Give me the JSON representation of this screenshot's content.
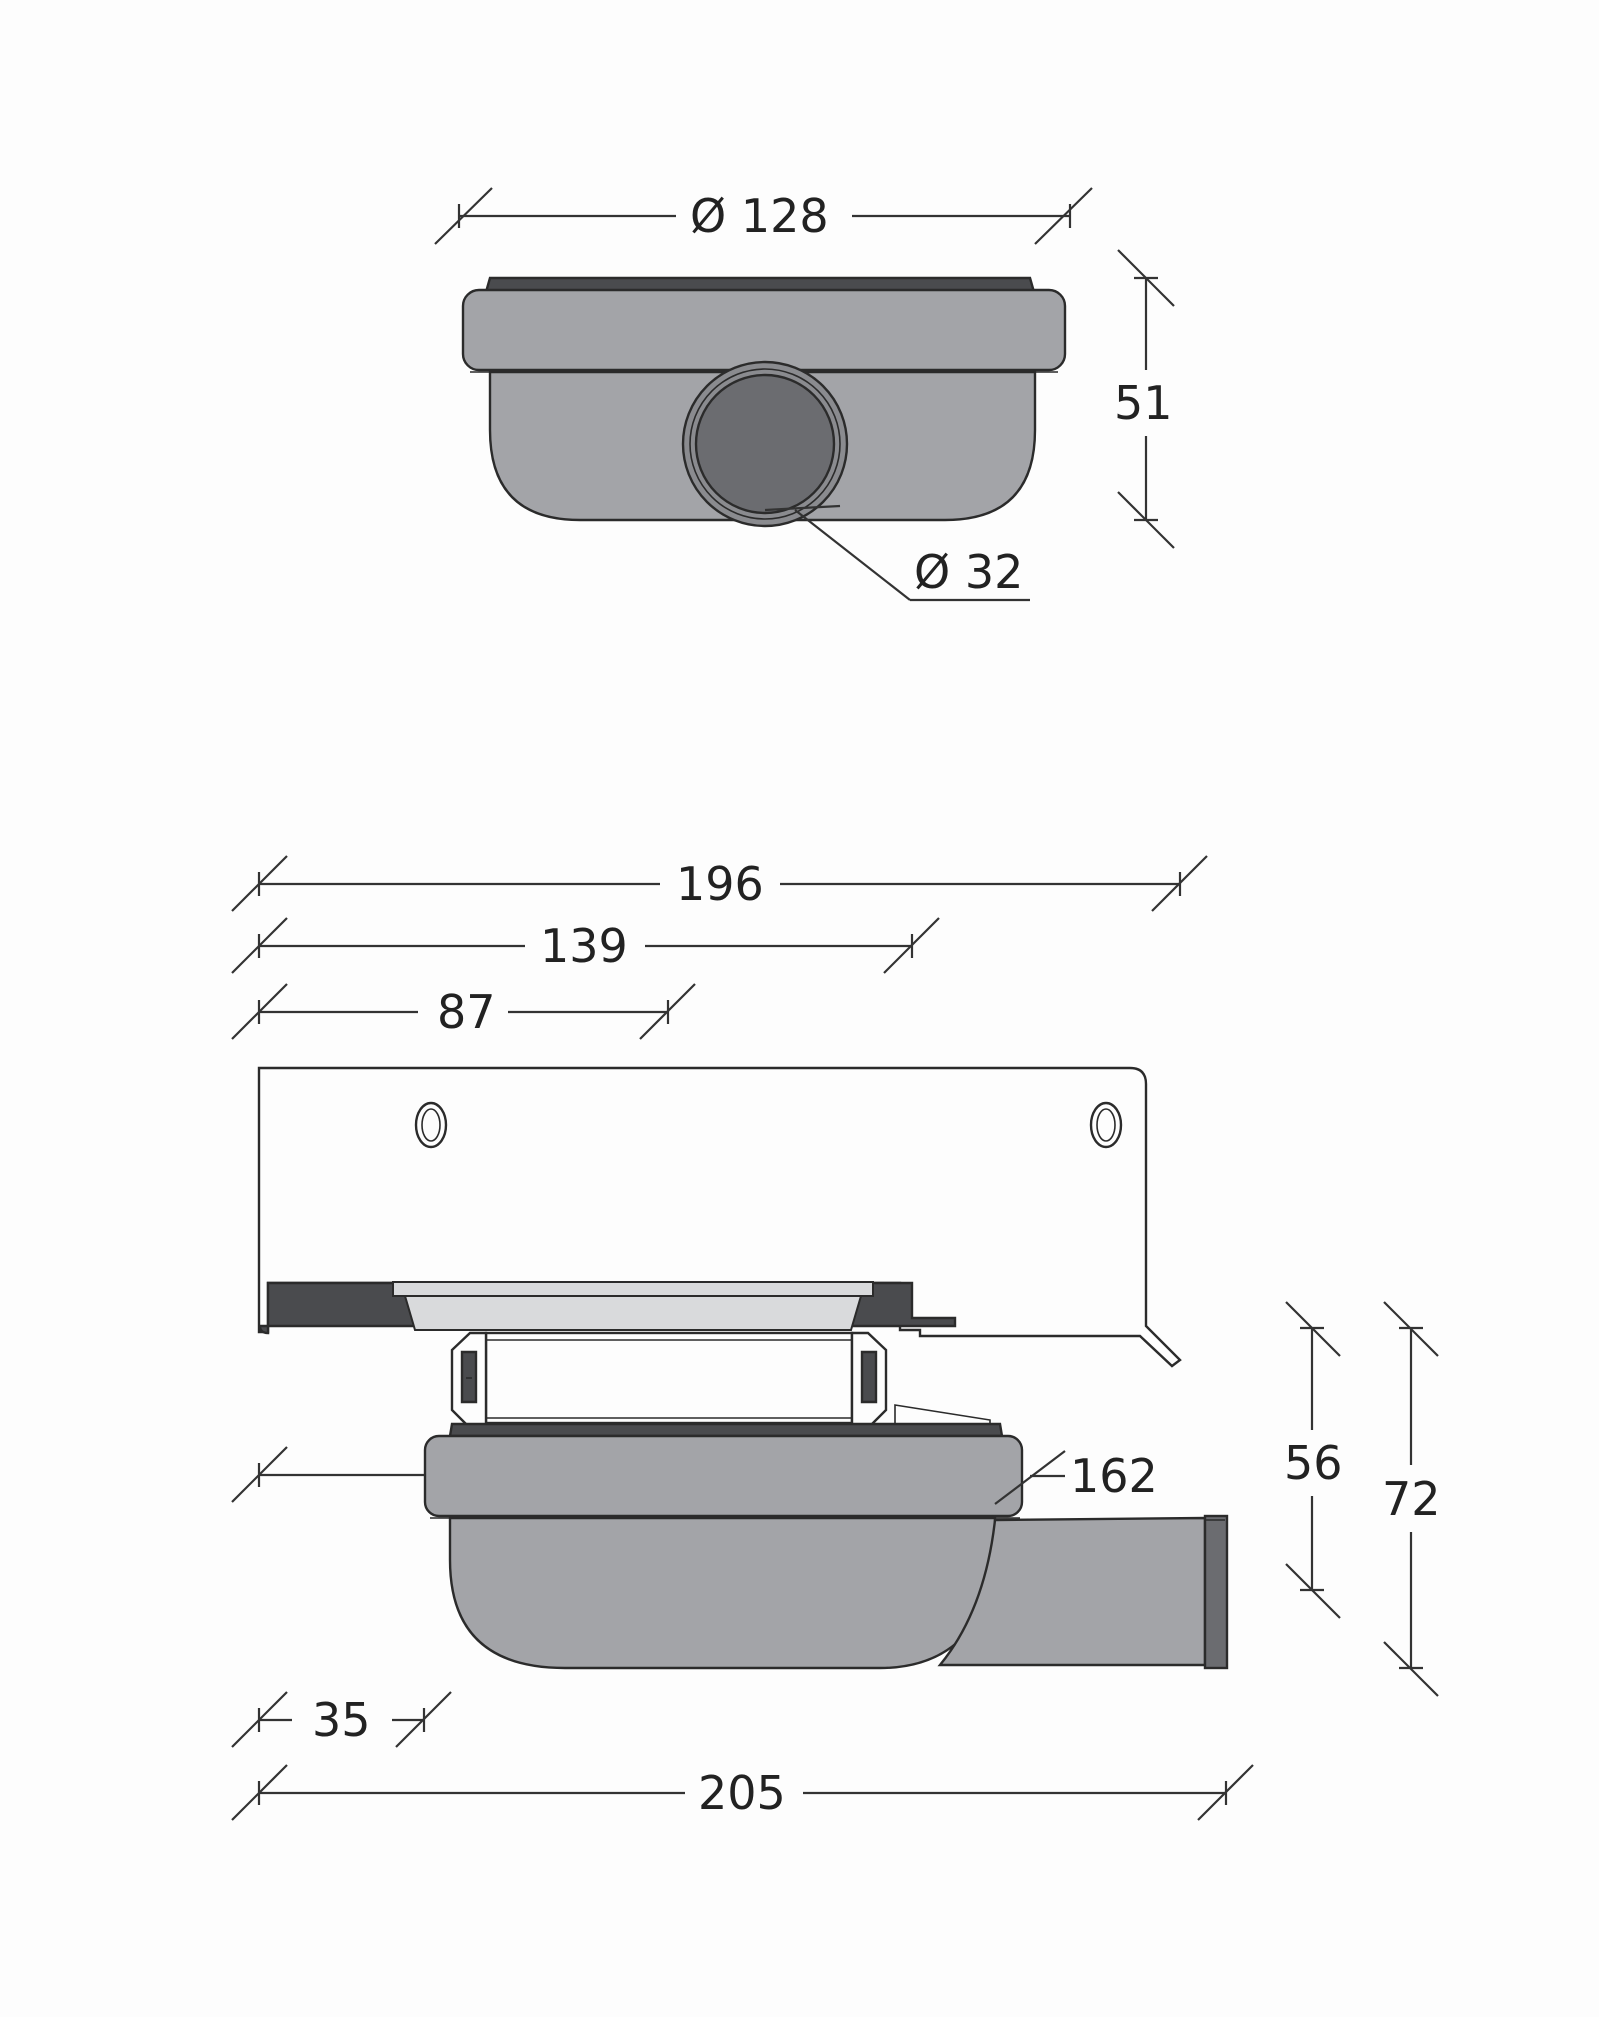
{
  "top_view": {
    "dim_diameter": "Ø 128",
    "dim_height": "51",
    "dim_outlet": "Ø 32"
  },
  "side_view": {
    "dim_196": "196",
    "dim_139": "139",
    "dim_87": "87",
    "dim_162": "162",
    "dim_56": "56",
    "dim_72": "72",
    "dim_35": "35",
    "dim_205": "205"
  },
  "colors": {
    "body": "#a3a4a8",
    "dark": "#4a4b4e",
    "outlet": "#6b6c70",
    "line": "#333333"
  }
}
